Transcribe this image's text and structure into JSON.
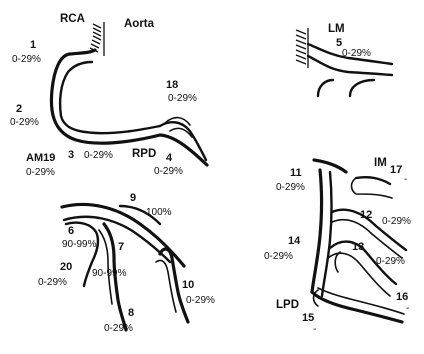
{
  "structures": {
    "rca": "RCA",
    "aorta": "Aorta",
    "lm": "LM",
    "rpd": "RPD",
    "im": "IM",
    "lpd": "LPD"
  },
  "segments": {
    "s1": {
      "number": "1",
      "stenosis": "0-29%"
    },
    "s2": {
      "number": "2",
      "stenosis": "0-29%"
    },
    "s3": {
      "number": "3",
      "stenosis": "0-29%"
    },
    "s4": {
      "number": "4",
      "stenosis": "0-29%"
    },
    "s5": {
      "number": "5",
      "stenosis": "0-29%"
    },
    "s6": {
      "number": "6",
      "stenosis": "90-99%"
    },
    "s7": {
      "number": "7",
      "stenosis": "90-99%"
    },
    "s8": {
      "number": "8",
      "stenosis": "0-29%"
    },
    "s9": {
      "number": "9",
      "stenosis": "100%"
    },
    "s10": {
      "number": "10",
      "stenosis": "0-29%"
    },
    "s11": {
      "number": "11",
      "stenosis": "0-29%"
    },
    "s12": {
      "number": "12",
      "stenosis": "0-29%"
    },
    "s13": {
      "number": "13",
      "stenosis": "0-29%"
    },
    "s14": {
      "number": "14",
      "stenosis": "0-29%"
    },
    "s15": {
      "number": "15",
      "stenosis": "-"
    },
    "s16": {
      "number": "16",
      "stenosis": "-"
    },
    "s17": {
      "number": "17",
      "stenosis": "-"
    },
    "s18": {
      "number": "18",
      "stenosis": "0-29%"
    },
    "s19": {
      "number": "AM19",
      "stenosis": "0-29%"
    },
    "s20": {
      "number": "20",
      "stenosis": "0-29%"
    }
  },
  "colors": {
    "ink": "#111111",
    "background": "#ffffff"
  }
}
